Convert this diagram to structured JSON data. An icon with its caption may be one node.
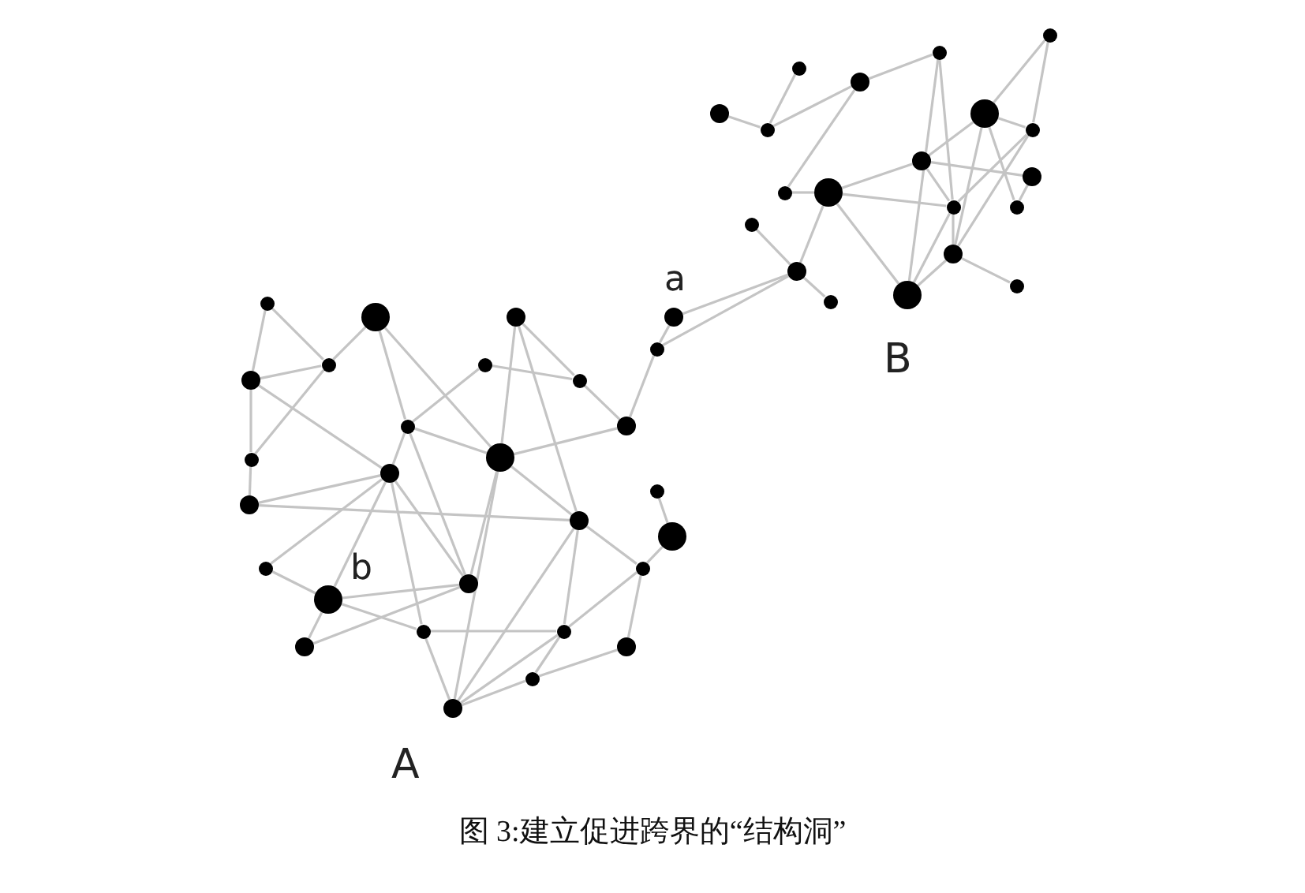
{
  "diagram": {
    "caption": "图 3:建立促进跨界的“结构洞”",
    "nodes": [
      {
        "text": [],
        "shape": "circle"
      },
      {
        "text": [],
        "shape": "circle"
      },
      {
        "text": [],
        "shape": "circle"
      },
      {
        "text": [],
        "shape": "circle"
      },
      {
        "text": [],
        "shape": "circle"
      },
      {
        "text": [],
        "shape": "circle"
      },
      {
        "text": [],
        "shape": "circle"
      },
      {
        "text": [],
        "shape": "circle"
      },
      {
        "text": [],
        "shape": "circle"
      },
      {
        "text": [],
        "shape": "circle"
      },
      {
        "text": [],
        "shape": "circle"
      },
      {
        "text": [],
        "shape": "circle"
      },
      {
        "text": [],
        "shape": "circle"
      },
      {
        "text": [],
        "shape": "circle"
      },
      {
        "text": [],
        "shape": "circle"
      },
      {
        "text": [],
        "shape": "circle"
      },
      {
        "text": [],
        "shape": "circle"
      },
      {
        "text": [],
        "shape": "circle"
      },
      {
        "text": [],
        "shape": "circle"
      },
      {
        "text": [],
        "shape": "circle"
      },
      {
        "text": [],
        "shape": "circle"
      },
      {
        "text": [],
        "shape": "circle"
      },
      {
        "text": [],
        "shape": "circle"
      },
      {
        "text": [],
        "shape": "circle",
        "beside": [
          "a"
        ]
      },
      {
        "text": [],
        "shape": "circle"
      },
      {
        "text": [],
        "shape": "circle"
      },
      {
        "text": [],
        "shape": "circle"
      },
      {
        "text": [],
        "shape": "circle"
      },
      {
        "text": [],
        "shape": "circle"
      },
      {
        "text": [],
        "shape": "circle"
      },
      {
        "text": [],
        "shape": "circle"
      },
      {
        "text": [],
        "shape": "circle"
      },
      {
        "text": [],
        "shape": "circle"
      },
      {
        "text": [],
        "shape": "circle"
      },
      {
        "text": [],
        "shape": "circle"
      },
      {
        "text": [],
        "shape": "circle"
      },
      {
        "text": [],
        "shape": "circle"
      },
      {
        "text": [],
        "shape": "circle"
      },
      {
        "text": [],
        "shape": "circle"
      },
      {
        "text": [],
        "shape": "circle"
      },
      {
        "text": [],
        "shape": "circle"
      },
      {
        "text": [],
        "shape": "circle",
        "beside": [
          "b"
        ]
      },
      {
        "text": [],
        "shape": "circle"
      },
      {
        "text": [],
        "shape": "circle"
      },
      {
        "text": [],
        "shape": "circle"
      },
      {
        "text": [],
        "shape": "circle"
      },
      {
        "text": [],
        "shape": "circle"
      },
      {
        "text": [],
        "shape": "circle"
      }
    ],
    "edges": [
      {
        "from": 14,
        "to": 16,
        "arrow": "none"
      },
      {
        "from": 16,
        "to": 19,
        "arrow": "none"
      },
      {
        "from": 16,
        "to": 11,
        "arrow": "none"
      },
      {
        "from": 11,
        "to": 10,
        "arrow": "none"
      },
      {
        "from": 10,
        "to": 3,
        "arrow": "none"
      },
      {
        "from": 11,
        "to": 18,
        "arrow": "none"
      },
      {
        "from": 11,
        "to": 8,
        "arrow": "none"
      },
      {
        "from": 11,
        "to": 12,
        "arrow": "none"
      },
      {
        "from": 4,
        "to": 6,
        "arrow": "none"
      },
      {
        "from": 6,
        "to": 3,
        "arrow": "none"
      },
      {
        "from": 2,
        "to": 6,
        "arrow": "none"
      },
      {
        "from": 3,
        "to": 1,
        "arrow": "none"
      },
      {
        "from": 1,
        "to": 12,
        "arrow": "none"
      },
      {
        "from": 1,
        "to": 18,
        "arrow": "none"
      },
      {
        "from": 0,
        "to": 5,
        "arrow": "none"
      },
      {
        "from": 0,
        "to": 7,
        "arrow": "none"
      },
      {
        "from": 5,
        "to": 8,
        "arrow": "none"
      },
      {
        "from": 5,
        "to": 7,
        "arrow": "none"
      },
      {
        "from": 5,
        "to": 15,
        "arrow": "none"
      },
      {
        "from": 5,
        "to": 13,
        "arrow": "none"
      },
      {
        "from": 8,
        "to": 9,
        "arrow": "none"
      },
      {
        "from": 8,
        "to": 12,
        "arrow": "none"
      },
      {
        "from": 7,
        "to": 12,
        "arrow": "none"
      },
      {
        "from": 7,
        "to": 15,
        "arrow": "none"
      },
      {
        "from": 9,
        "to": 13,
        "arrow": "none"
      },
      {
        "from": 18,
        "to": 15,
        "arrow": "none"
      },
      {
        "from": 18,
        "to": 12,
        "arrow": "none"
      },
      {
        "from": 15,
        "to": 17,
        "arrow": "none"
      },
      {
        "from": 15,
        "to": 12,
        "arrow": "none"
      },
      {
        "from": 23,
        "to": 16,
        "arrow": "none"
      },
      {
        "from": 24,
        "to": 16,
        "arrow": "none"
      },
      {
        "from": 24,
        "to": 23,
        "arrow": "none"
      },
      {
        "from": 30,
        "to": 24,
        "arrow": "none"
      },
      {
        "from": 20,
        "to": 25,
        "arrow": "none"
      },
      {
        "from": 20,
        "to": 27,
        "arrow": "none"
      },
      {
        "from": 21,
        "to": 25,
        "arrow": "none"
      },
      {
        "from": 21,
        "to": 29,
        "arrow": "none"
      },
      {
        "from": 21,
        "to": 31,
        "arrow": "none"
      },
      {
        "from": 27,
        "to": 25,
        "arrow": "none"
      },
      {
        "from": 27,
        "to": 32,
        "arrow": "none"
      },
      {
        "from": 27,
        "to": 33,
        "arrow": "none"
      },
      {
        "from": 25,
        "to": 32,
        "arrow": "none"
      },
      {
        "from": 32,
        "to": 35,
        "arrow": "none"
      },
      {
        "from": 35,
        "to": 33,
        "arrow": "none"
      },
      {
        "from": 35,
        "to": 36,
        "arrow": "none"
      },
      {
        "from": 26,
        "to": 29,
        "arrow": "none"
      },
      {
        "from": 26,
        "to": 28,
        "arrow": "none"
      },
      {
        "from": 22,
        "to": 28,
        "arrow": "none"
      },
      {
        "from": 22,
        "to": 31,
        "arrow": "none"
      },
      {
        "from": 22,
        "to": 36,
        "arrow": "none"
      },
      {
        "from": 28,
        "to": 30,
        "arrow": "none"
      },
      {
        "from": 31,
        "to": 30,
        "arrow": "none"
      },
      {
        "from": 29,
        "to": 31,
        "arrow": "none"
      },
      {
        "from": 29,
        "to": 33,
        "arrow": "none"
      },
      {
        "from": 29,
        "to": 40,
        "arrow": "none"
      },
      {
        "from": 31,
        "to": 36,
        "arrow": "none"
      },
      {
        "from": 31,
        "to": 40,
        "arrow": "none"
      },
      {
        "from": 31,
        "to": 47,
        "arrow": "none"
      },
      {
        "from": 41,
        "to": 33,
        "arrow": "none"
      },
      {
        "from": 40,
        "to": 44,
        "arrow": "none"
      },
      {
        "from": 41,
        "to": 40,
        "arrow": "none"
      },
      {
        "from": 41,
        "to": 42,
        "arrow": "none"
      },
      {
        "from": 41,
        "to": 38,
        "arrow": "none"
      },
      {
        "from": 41,
        "to": 44,
        "arrow": "none"
      },
      {
        "from": 33,
        "to": 38,
        "arrow": "none"
      },
      {
        "from": 33,
        "to": 42,
        "arrow": "none"
      },
      {
        "from": 33,
        "to": 40,
        "arrow": "none"
      },
      {
        "from": 42,
        "to": 47,
        "arrow": "none"
      },
      {
        "from": 42,
        "to": 43,
        "arrow": "none"
      },
      {
        "from": 47,
        "to": 36,
        "arrow": "none"
      },
      {
        "from": 47,
        "to": 43,
        "arrow": "none"
      },
      {
        "from": 47,
        "to": 46,
        "arrow": "none"
      },
      {
        "from": 36,
        "to": 43,
        "arrow": "none"
      },
      {
        "from": 36,
        "to": 39,
        "arrow": "none"
      },
      {
        "from": 39,
        "to": 43,
        "arrow": "none"
      },
      {
        "from": 39,
        "to": 45,
        "arrow": "none"
      },
      {
        "from": 37,
        "to": 39,
        "arrow": "none"
      },
      {
        "from": 37,
        "to": 34,
        "arrow": "none"
      },
      {
        "from": 45,
        "to": 46,
        "arrow": "none"
      },
      {
        "from": 43,
        "to": 46,
        "arrow": "none"
      }
    ],
    "labels": [
      "B",
      "A"
    ]
  }
}
